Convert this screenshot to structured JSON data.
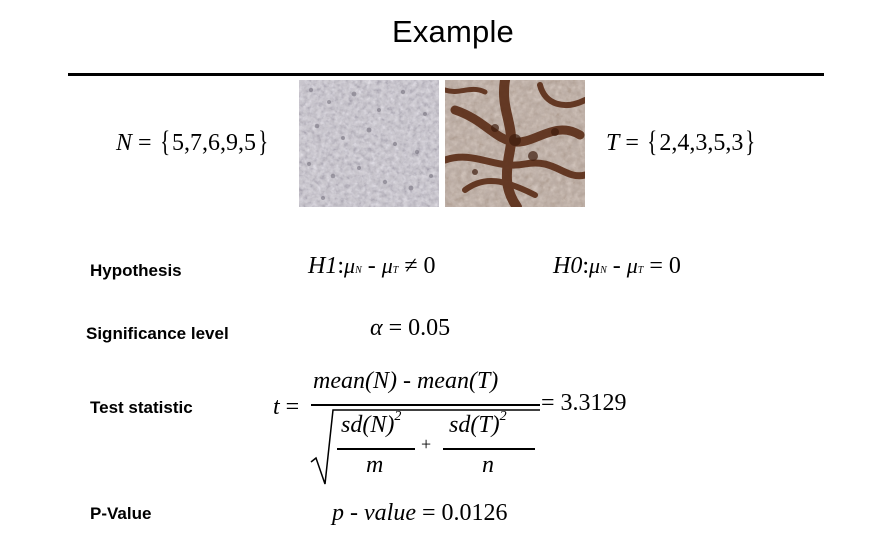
{
  "slide": {
    "title": "Example",
    "normal_set": {
      "lhs": "N",
      "eq": " = ",
      "open": "{",
      "values": "5,7,6,9,5",
      "close": "}"
    },
    "tumor_set": {
      "lhs": "T",
      "eq": " = ",
      "open": "{",
      "values": "2,4,3,5,3",
      "close": "}"
    },
    "rows": {
      "hypothesis": {
        "label": "Hypothesis",
        "h1": {
          "name": "H1",
          "colon": ":",
          "mu": "μ",
          "sub_n": "N",
          "minus": " - ",
          "sub_t": "T",
          "relation": " ≠ ",
          "rhs": "0"
        },
        "h0": {
          "name": "H0",
          "colon": ":",
          "mu": "μ",
          "sub_n": "N",
          "minus": " - ",
          "sub_t": "T",
          "relation": " = ",
          "rhs": "0"
        }
      },
      "significance": {
        "label": "Significance level",
        "symbol": "α",
        "eq": " = ",
        "value": "0.05"
      },
      "test_statistic": {
        "label": "Test statistic",
        "lhs": "t",
        "eq": " =",
        "numerator": "mean(N) - mean(T)",
        "sd_n": "sd(N)",
        "sq_n": "2",
        "m": "m",
        "plus": "+",
        "sd_t": "sd(T)",
        "sq_t": "2",
        "n": "n",
        "result_eq": "= ",
        "result": "3.3129"
      },
      "p_value": {
        "label": "P-Value",
        "lhs": "p - value",
        "eq": " = ",
        "value": "0.0126"
      }
    },
    "images": {
      "normal_tissue_color": "#c9c6cc",
      "tumor_tissue_color": "#6a3b24"
    }
  }
}
